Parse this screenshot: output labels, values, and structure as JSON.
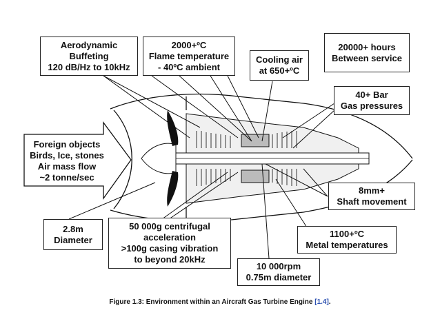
{
  "labels": {
    "buffeting": [
      "Aerodynamic",
      "Buffeting",
      "120 dB/Hz to 10kHz"
    ],
    "flame": [
      "2000+ºC",
      "Flame temperature",
      "- 40ºC ambient"
    ],
    "cooling": [
      "Cooling air",
      "at 650+ºC"
    ],
    "service": [
      "20000+ hours",
      "Between service"
    ],
    "pressure": [
      "40+ Bar",
      "Gas pressures"
    ],
    "foreign": [
      "Foreign objects",
      "Birds, Ice, stones",
      "Air mass flow",
      "~2 tonne/sec"
    ],
    "shaft": [
      "8mm+",
      "Shaft movement"
    ],
    "diameter": [
      "2.8m",
      "Diameter"
    ],
    "centrifugal": [
      "50 000g centrifugal",
      "acceleration",
      ">100g casing vibration",
      "to beyond 20kHz"
    ],
    "metal": [
      "1100+ºC",
      "Metal temperatures"
    ],
    "rpm": [
      "10 000rpm",
      "0.75m diameter"
    ]
  },
  "caption": {
    "text": "Figure 1.3: Environment within an Aircraft Gas Turbine Engine ",
    "ref": "[1.4]",
    "end": "."
  },
  "colors": {
    "ink": "#111111",
    "engine_fill": "#e6e6e6",
    "ref": "#2a4fb0"
  }
}
